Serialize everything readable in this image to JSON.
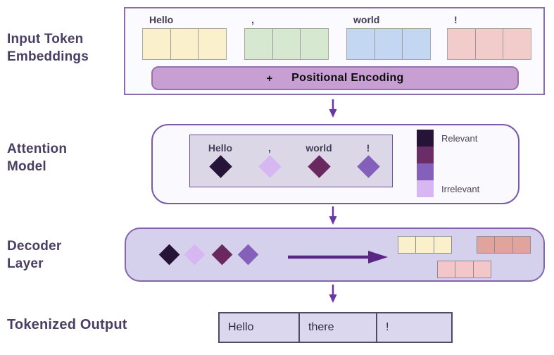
{
  "canvas": {
    "bg": "#ffffff"
  },
  "palette": {
    "heading": "#4A3F63",
    "arrow": "#6A35A5",
    "arrow_dark": "#5B2583",
    "pos_fill": "#C79FD3",
    "pos_border": "#9B6FB0"
  },
  "input": {
    "heading": [
      "Input Token",
      "Embeddings"
    ],
    "tokens": [
      {
        "text": "Hello",
        "color": "#FAF0CB"
      },
      {
        "text": ",",
        "color": "#D7E8D1"
      },
      {
        "text": "world",
        "color": "#C3D7F3"
      },
      {
        "text": "!",
        "color": "#F2CBCB"
      }
    ],
    "positional": {
      "plus": "+",
      "label": "Positional Encoding"
    }
  },
  "attention": {
    "heading": [
      "Attention",
      "Model"
    ],
    "tokens": [
      {
        "text": "Hello",
        "color": "#261338"
      },
      {
        "text": ",",
        "color": "#D6B7F2"
      },
      {
        "text": "world",
        "color": "#69295F"
      },
      {
        "text": "!",
        "color": "#8560BA"
      }
    ],
    "legend": {
      "swatches": [
        "#261338",
        "#6B2D68",
        "#8560BA",
        "#D6B7F2"
      ],
      "top": "Relevant",
      "bottom": "Irrelevant"
    }
  },
  "decoder": {
    "heading": [
      "Decoder",
      "Layer"
    ],
    "diamonds": [
      "#261338",
      "#D6B7F2",
      "#69295F",
      "#8560BA"
    ],
    "boxes": [
      {
        "color": "#FAF0CB"
      },
      {
        "color": "#E0A49C"
      },
      {
        "color": "#F3C6CA"
      }
    ]
  },
  "output": {
    "heading": "Tokenized Output",
    "cells": [
      "Hello",
      "there",
      "!"
    ]
  }
}
